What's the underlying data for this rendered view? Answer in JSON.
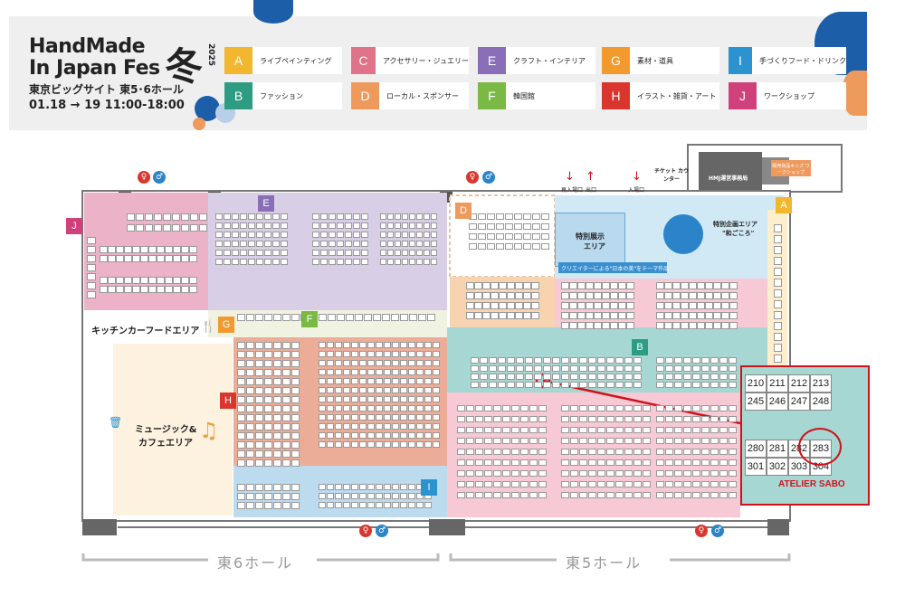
{
  "header": {
    "logo_line1": "HandMade",
    "logo_line2": "In Japan Fes",
    "logo_kanji": "冬",
    "logo_year": "2025",
    "venue": "東京ビッグサイト 東5･6ホール",
    "date": "01.18 → 19 11:00-18:00"
  },
  "categories": [
    {
      "letter": "A",
      "name": "ライブペインティング",
      "color": "#f2b62f"
    },
    {
      "letter": "B",
      "name": "ファッション",
      "color": "#2e9c82"
    },
    {
      "letter": "C",
      "name": "アクセサリー・ジュエリー",
      "color": "#e0728a"
    },
    {
      "letter": "D",
      "name": "ローカル・スポンサー",
      "color": "#ee9a5c"
    },
    {
      "letter": "E",
      "name": "クラフト・インテリア",
      "color": "#8a6fb8"
    },
    {
      "letter": "F",
      "name": "韓国館",
      "color": "#7ab944"
    },
    {
      "letter": "G",
      "name": "素材・道具",
      "color": "#f29a2e"
    },
    {
      "letter": "H",
      "name": "イラスト・雑貨・アート",
      "color": "#d9372e"
    },
    {
      "letter": "I",
      "name": "手づくりフード・ドリンク",
      "color": "#2b93d0"
    },
    {
      "letter": "J",
      "name": "ワークショップ",
      "color": "#d0407a"
    }
  ],
  "map": {
    "zone_J": "J",
    "zone_E": "E",
    "zone_D": "D",
    "zone_A": "A",
    "zone_B": "B",
    "zone_F": "F",
    "zone_G": "G",
    "zone_H": "H",
    "zone_I": "I",
    "kitchen_car": "キッチンカーフードエリア",
    "music_cafe_1": "ミュージック&",
    "music_cafe_2": "カフェエリア",
    "special_exhibit_1": "特別展示",
    "special_exhibit_2": "エリア",
    "special_project_1": "特別企画エリア",
    "special_project_2": "\"和ごころ\"",
    "creator_banner": "クリエイターによる\"日本の美\"をテーマ作品",
    "ticket_counter": "チケット カウンター",
    "office": "HMJ運営事務局",
    "kids_area": "販売商品キッズ ワークショップ",
    "reentry": "再入場口",
    "exit": "出口",
    "entry": "入場口",
    "hall6": "東6ホール",
    "hall5": "東5ホール",
    "callout_label": "ATELIER SABO"
  },
  "zoom_booths": {
    "row1": [
      "210",
      "211",
      "212",
      "213"
    ],
    "row2": [
      "245",
      "246",
      "247",
      "248"
    ],
    "row3": [
      "280",
      "281",
      "282",
      "283"
    ],
    "row4": [
      "301",
      "302",
      "303",
      "304"
    ]
  },
  "colors": {
    "hall_bg": "#ffffff",
    "callout": "#d0121b",
    "zone_B": "#a7d7d3",
    "zone_C": "#f6c9d4",
    "zone_E": "#d8cfe6",
    "zone_J": "#ecb2c8",
    "zone_H": "#ecad98",
    "zone_I": "#bcdbef",
    "music": "#fdf1e0"
  }
}
